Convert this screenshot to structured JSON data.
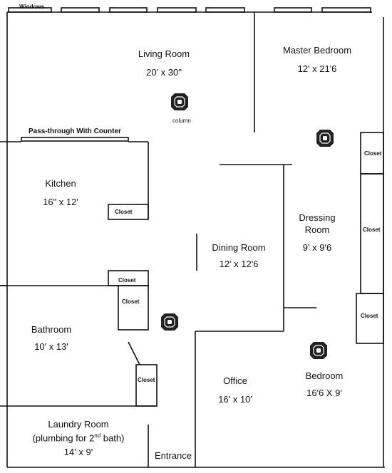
{
  "title": "",
  "labels": {
    "windows": "Windows",
    "living_room": "Living Room",
    "living_room_dim": "20' x 30\"",
    "master_bedroom": "Master Bedroom",
    "master_bedroom_dim": "12' x 21'6",
    "column": "column",
    "pass_through": "Pass-through With Counter",
    "kitchen": "Kitchen",
    "kitchen_dim": "16\" x 12'",
    "closet_kitchen": "Closet",
    "closet_top_right": "Closet",
    "closet_dressing": "Closet",
    "closet_right_low": "Closet",
    "closet_hall_a": "Closet",
    "closet_hall_b": "Closet",
    "closet_bath": "Closet",
    "dressing_room_1": "Dressing",
    "dressing_room_2": "Room",
    "dressing_room_dim": "9' x 9'6",
    "dining_room": "Dining Room",
    "dining_room_dim": "12' x 12'6",
    "bathroom": "Bathroom",
    "bathroom_dim": "10' x 13'",
    "office": "Office",
    "office_dim": "16' x 10'",
    "bedroom": "Bedroom",
    "bedroom_dim": "16'6 X 9'",
    "laundry_room": "Laundry Room",
    "laundry_sub_pre": "(plumbing for 2",
    "laundry_sub_sup": "nd",
    "laundry_sub_post": " bath)",
    "laundry_dim": "14' x 9'",
    "entrance": "Entrance"
  }
}
